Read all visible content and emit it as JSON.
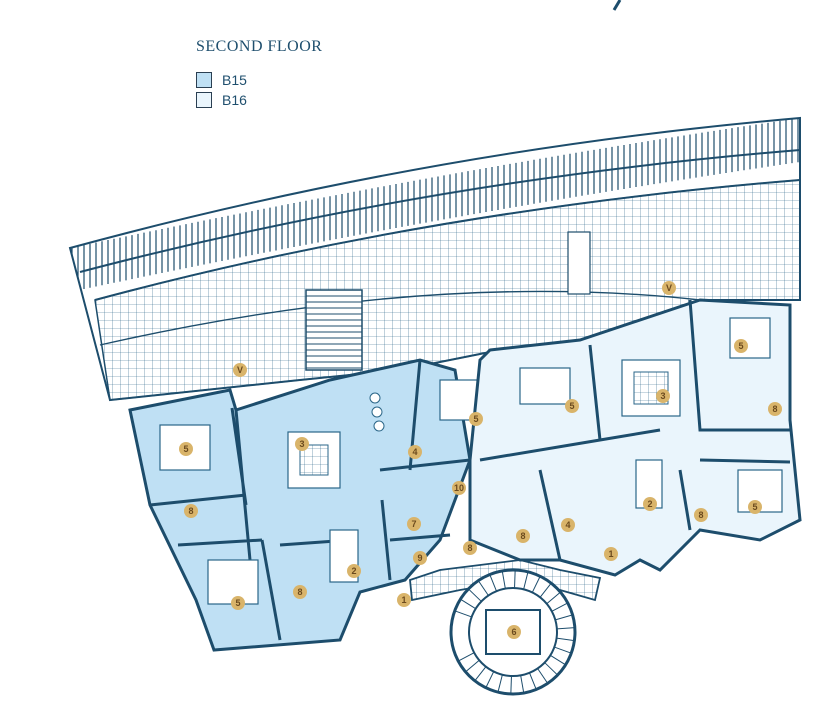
{
  "title": "SECOND FLOOR",
  "legend": [
    {
      "label": "B15",
      "color": "#bfe0f4"
    },
    {
      "label": "B16",
      "color": "#eaf5fc"
    }
  ],
  "colors": {
    "wall": "#1d4d6c",
    "line": "#2a6688",
    "b15": "#bfe0f4",
    "b16": "#eaf5fc",
    "badge": "#d9b46a"
  },
  "badges": [
    {
      "label": "5"
    },
    {
      "label": "3"
    },
    {
      "label": "V"
    },
    {
      "label": "4"
    },
    {
      "label": "5"
    },
    {
      "label": "8"
    },
    {
      "label": "7"
    },
    {
      "label": "10"
    },
    {
      "label": "9"
    },
    {
      "label": "8"
    },
    {
      "label": "8"
    },
    {
      "label": "2"
    },
    {
      "label": "5"
    },
    {
      "label": "8"
    },
    {
      "label": "1"
    },
    {
      "label": "6"
    },
    {
      "label": "5"
    },
    {
      "label": "3"
    },
    {
      "label": "V"
    },
    {
      "label": "5"
    },
    {
      "label": "8"
    },
    {
      "label": "4"
    },
    {
      "label": "2"
    },
    {
      "label": "8"
    },
    {
      "label": "5"
    },
    {
      "label": "1"
    }
  ]
}
